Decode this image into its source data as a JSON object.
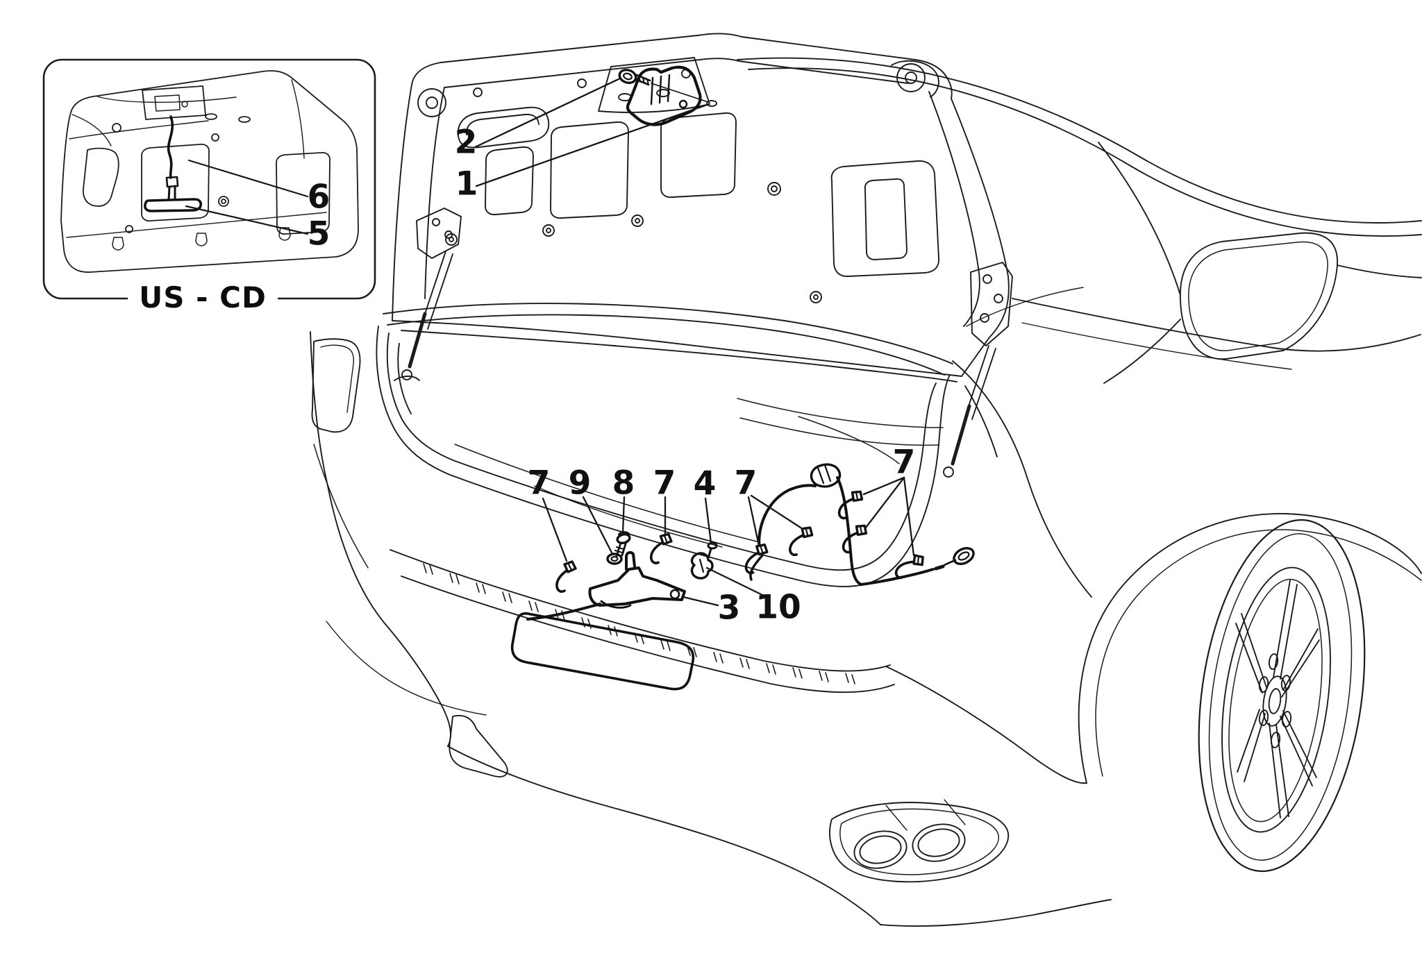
{
  "inset": {
    "caption": "US - CD"
  },
  "callouts": {
    "c1": "1",
    "c2": "2",
    "c3": "3",
    "c4": "4",
    "c5": "5",
    "c6": "6",
    "c7": "7",
    "c8": "8",
    "c9": "9",
    "c10": "10"
  },
  "colors": {
    "background": "#ffffff",
    "line": "#1b1b1b",
    "bold_part": "#111111",
    "label": "#111111"
  }
}
